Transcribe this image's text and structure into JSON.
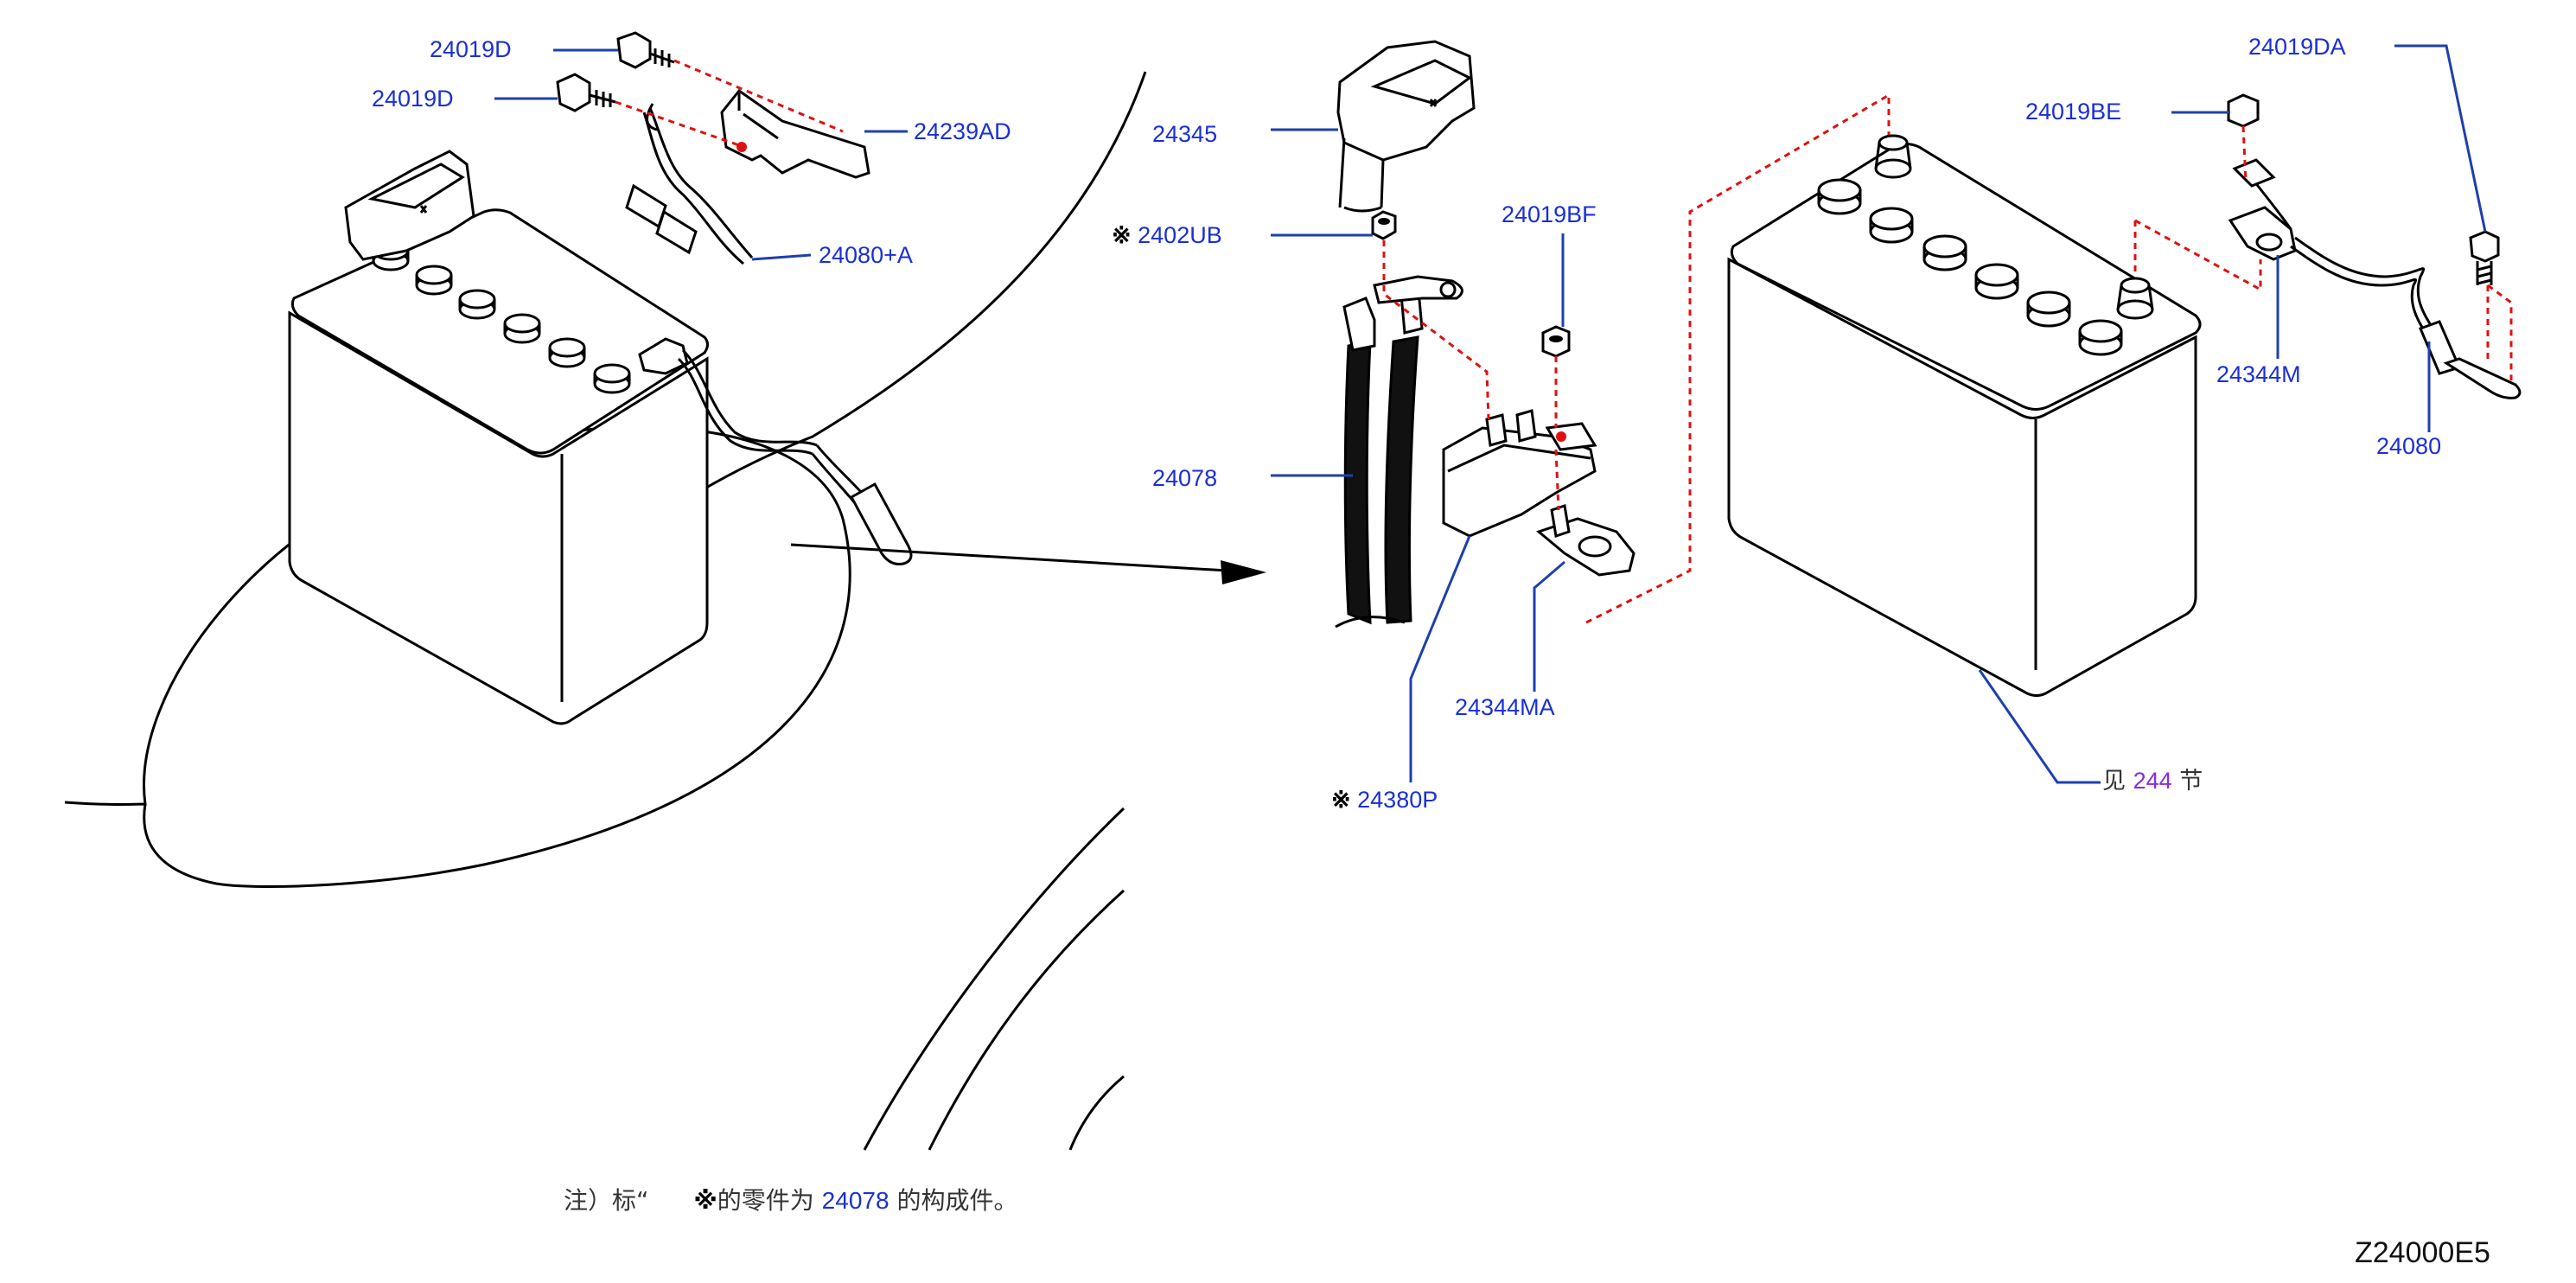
{
  "labels": {
    "p24019D_a": "24019D",
    "p24019D_b": "24019D",
    "p24239AD": "24239AD",
    "p24080A": "24080+A",
    "p24345": "24345",
    "p2402UB": "2402UB",
    "p24019BF": "24019BF",
    "p24078": "24078",
    "p24344MA": "24344MA",
    "p24380P": "24380P",
    "p24019BE": "24019BE",
    "p24019DA": "24019DA",
    "p24344M": "24344M",
    "p24080": "24080",
    "see_prefix": "见",
    "see_ref": "244",
    "see_suffix": "节"
  },
  "symbols": {
    "asterisk_mark": "※"
  },
  "note": {
    "prefix": "注）标“",
    "mark": "※",
    "middle": "的零件为",
    "ref": "24078",
    "suffix": "的构成件。"
  },
  "diagram_code": "Z24000E5",
  "colors": {
    "label": "#1a2fd6",
    "leader": "#1f3fae",
    "dashed": "#e01010",
    "ref_purple": "#8a2be2"
  }
}
